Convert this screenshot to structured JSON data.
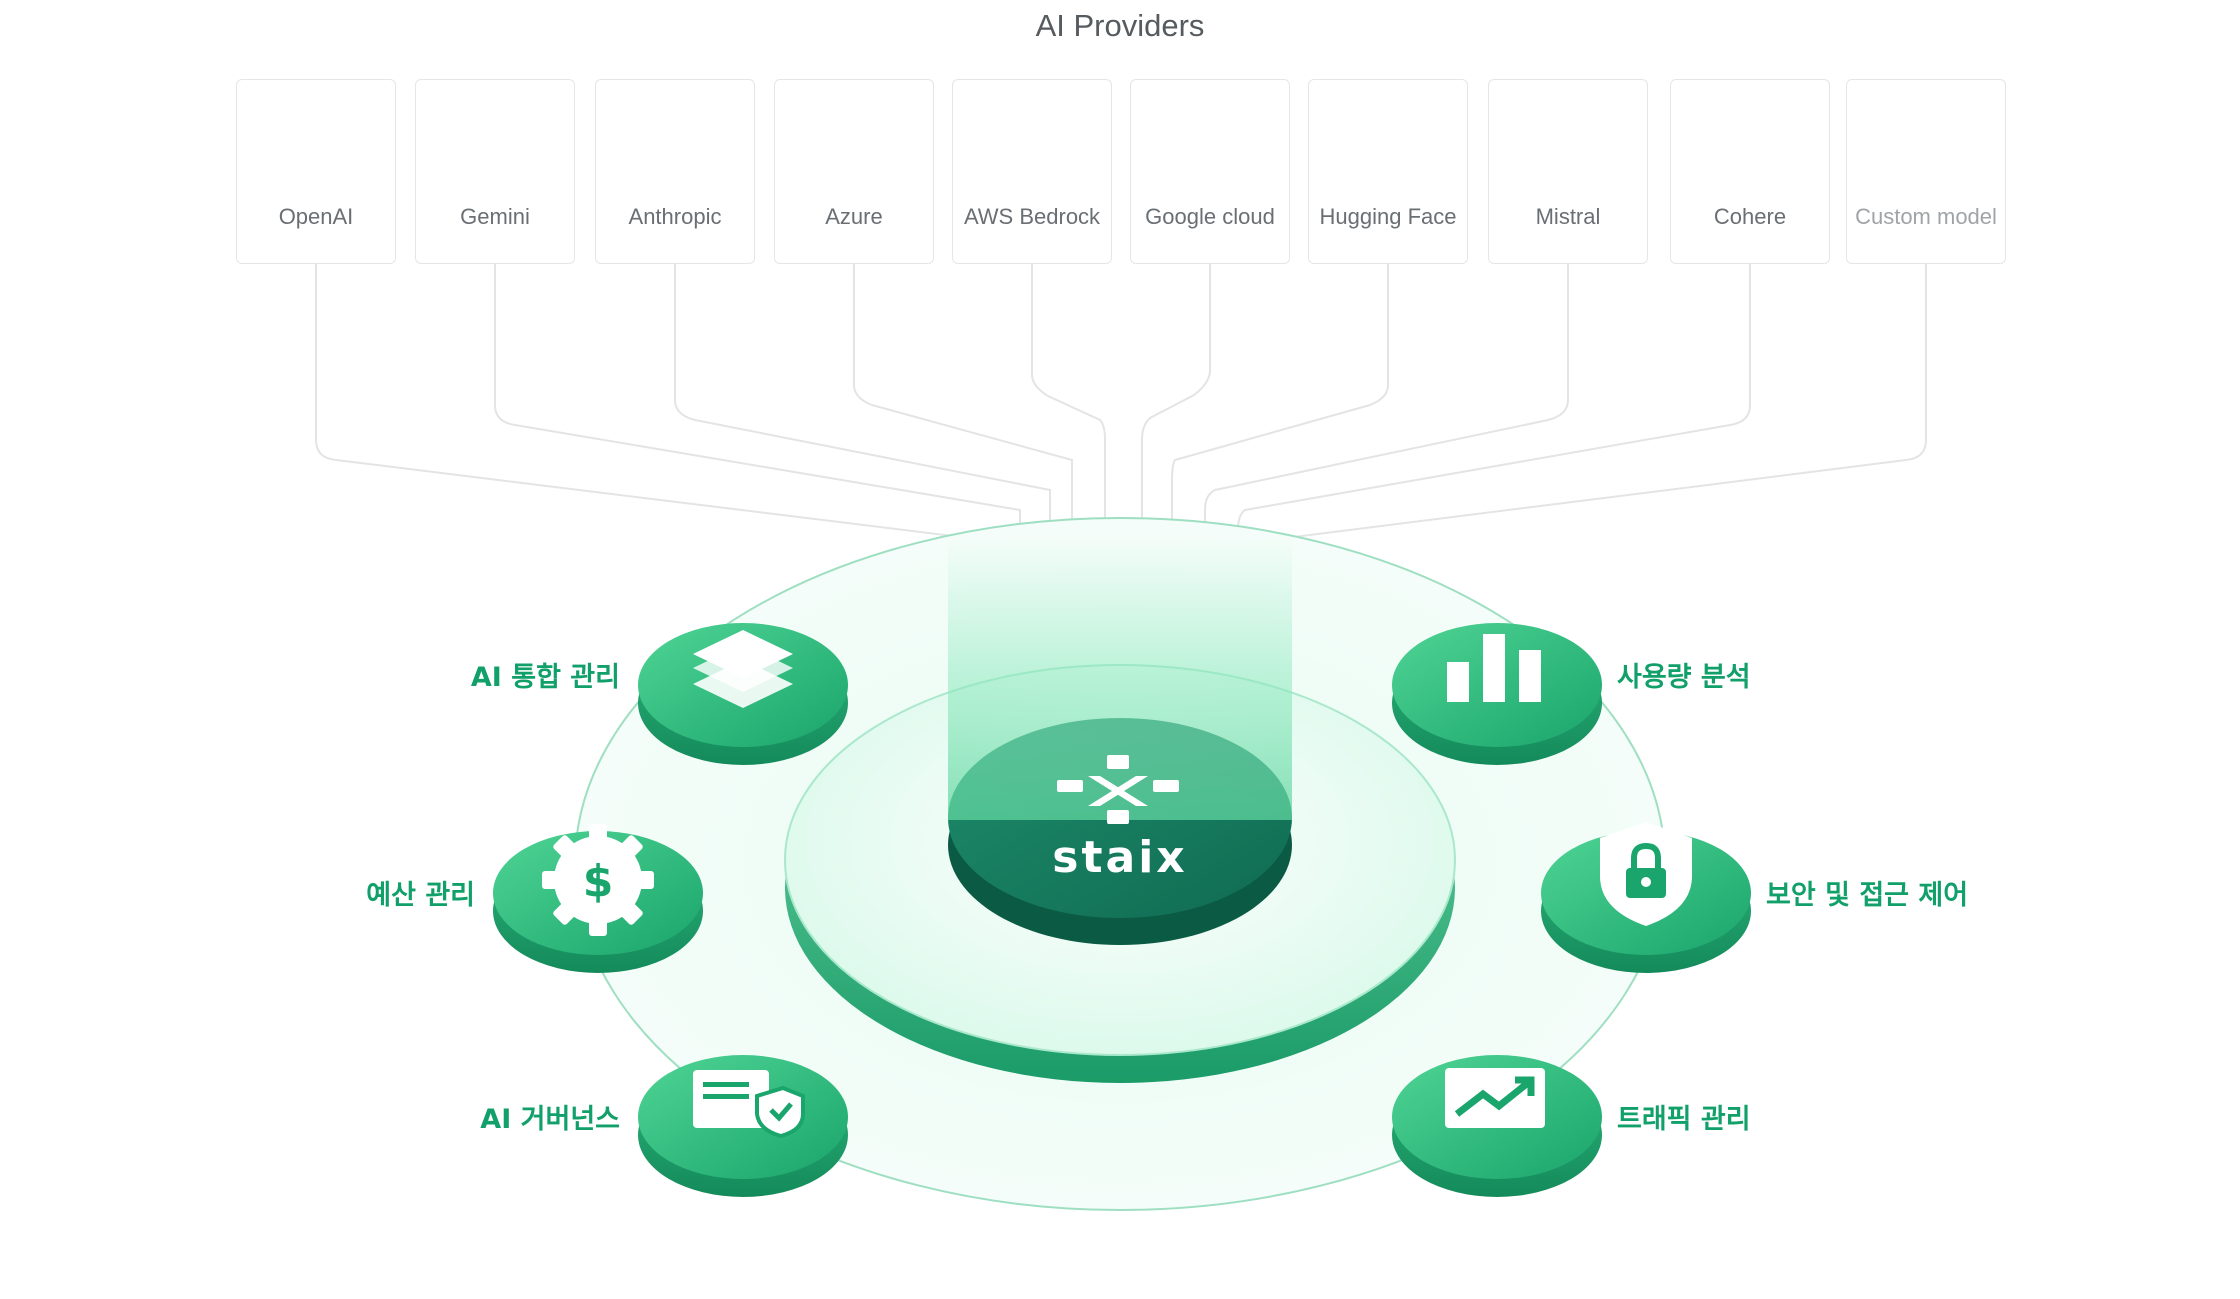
{
  "header": {
    "title": "AI Providers"
  },
  "providers": [
    {
      "name": "OpenAI",
      "icon": "openai-icon"
    },
    {
      "name": "Gemini",
      "icon": "gemini-icon"
    },
    {
      "name": "Anthropic",
      "icon": "anthropic-icon"
    },
    {
      "name": "Azure",
      "icon": "azure-icon"
    },
    {
      "name": "AWS Bedrock",
      "icon": "aws-bedrock-icon"
    },
    {
      "name": "Google cloud",
      "icon": "google-cloud-icon"
    },
    {
      "name": "Hugging Face",
      "icon": "hugging-face-icon"
    },
    {
      "name": "Mistral",
      "icon": "mistral-icon"
    },
    {
      "name": "Cohere",
      "icon": "cohere-icon"
    },
    {
      "name": "Custom model",
      "icon": "custom-model-icon"
    }
  ],
  "hub": {
    "name": "staix",
    "icon": "staix-logo-icon"
  },
  "features": {
    "left": [
      {
        "label": "AI 통합 관리",
        "icon": "layers-icon"
      },
      {
        "label": "예산 관리",
        "icon": "dollar-gear-icon"
      },
      {
        "label": "AI 거버넌스",
        "icon": "document-shield-icon"
      }
    ],
    "right": [
      {
        "label": "사용량 분석",
        "icon": "bar-chart-icon"
      },
      {
        "label": "보안 및 접근 제어",
        "icon": "lock-shield-icon"
      },
      {
        "label": "트래픽 관리",
        "icon": "trend-chart-icon"
      }
    ]
  },
  "colors": {
    "accent": "#12a06a",
    "hub_dark": "#0f6b52",
    "hub_light": "#e6fbf1",
    "line": "#e2e4e6"
  }
}
